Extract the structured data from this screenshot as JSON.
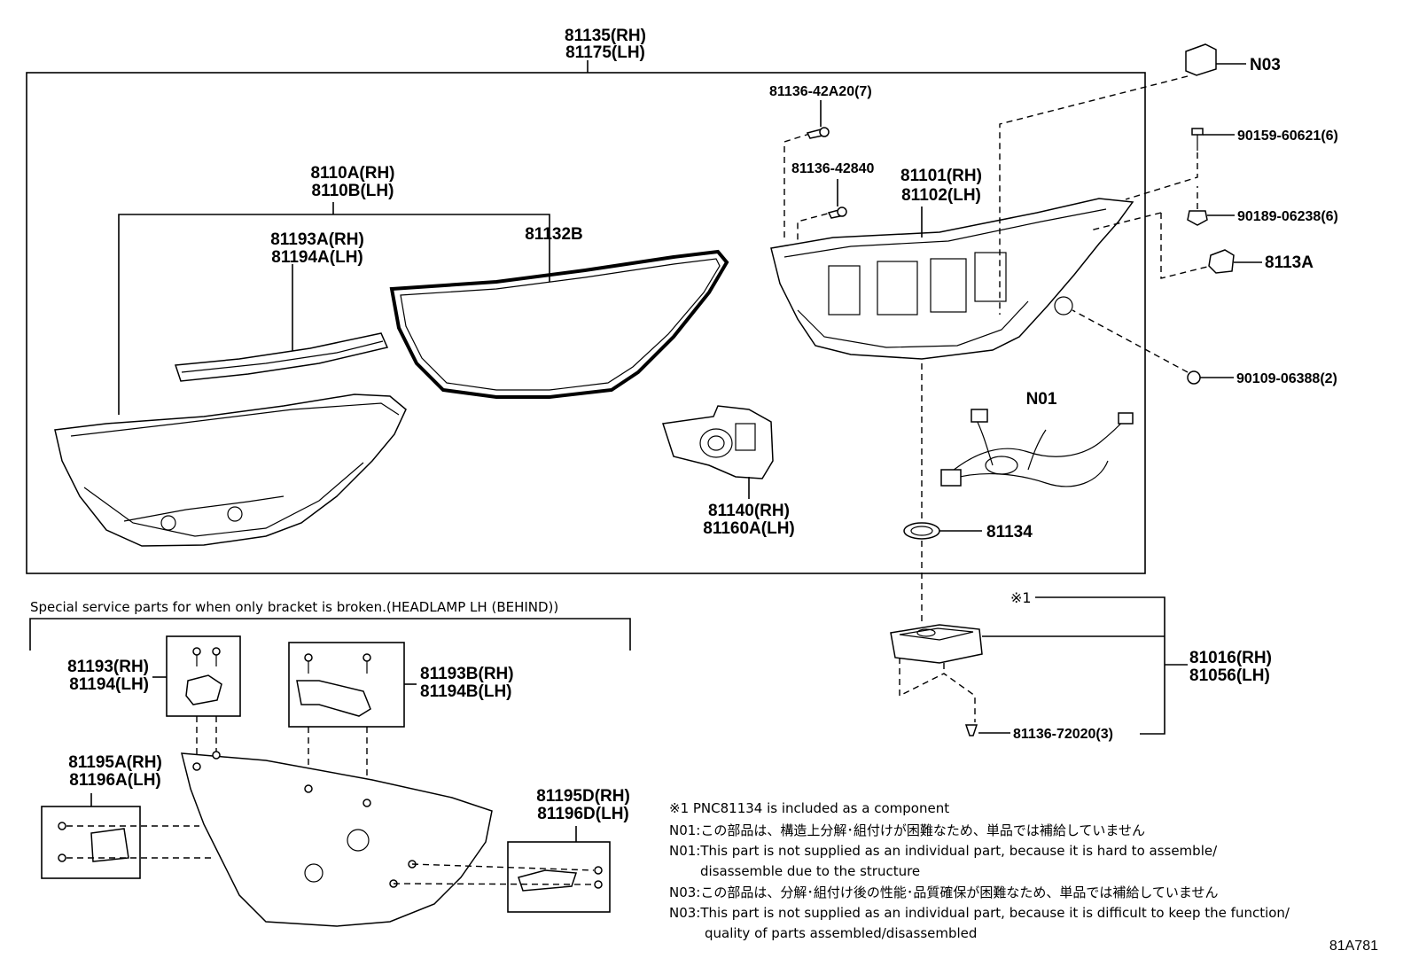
{
  "labels": {
    "assy_rh": "81135(RH)",
    "assy_lh": "81175(LH)",
    "screw_42a20": "81136-42A20(7)",
    "screw_42840": "81136-42840",
    "housing_rh": "81101(RH)",
    "housing_lh": "81102(LH)",
    "lens_rh": "8110A(RH)",
    "lens_lh": "8110B(LH)",
    "garnish_rh": "81193A(RH)",
    "garnish_lh": "81194A(LH)",
    "gasket": "81132B",
    "unit_rh": "81140(RH)",
    "unit_lh": "81160A(LH)",
    "wire": "N01",
    "cap": "81134",
    "connector": "N03",
    "bolt_60621": "90159-60621(6)",
    "nut_06238": "90189-06238(6)",
    "part_8113a": "8113A",
    "screw_06388": "90109-06388(2)",
    "mark_1": "※1",
    "computer_rh": "81016(RH)",
    "computer_lh": "81056(LH)",
    "screw_72020": "81136-72020(3)",
    "br1_rh": "81193(RH)",
    "br1_lh": "81194(LH)",
    "br2_rh": "81193B(RH)",
    "br2_lh": "81194B(LH)",
    "br3_rh": "81195A(RH)",
    "br3_lh": "81196A(LH)",
    "br4_rh": "81195D(RH)",
    "br4_lh": "81196D(LH)"
  },
  "special_title": "Special service parts for when only bracket is broken.(HEADLAMP LH (BEHIND))",
  "notes": [
    "※1 PNC81134 is included as a component",
    "N01:この部品は、構造上分解･組付けが困難なため、単品では補給していません",
    "N01:This part is not supplied as an individual part, because it is hard to assemble/",
    "disassemble due to the structure",
    "N03:この部品は、分解･組付け後の性能･品質確保が困難なため、単品では補給していません",
    "N03:This part is not supplied as an individual part, because it is difficult to keep the function/",
    "quality of parts assembled/disassembled"
  ],
  "figure_id": "81A781"
}
